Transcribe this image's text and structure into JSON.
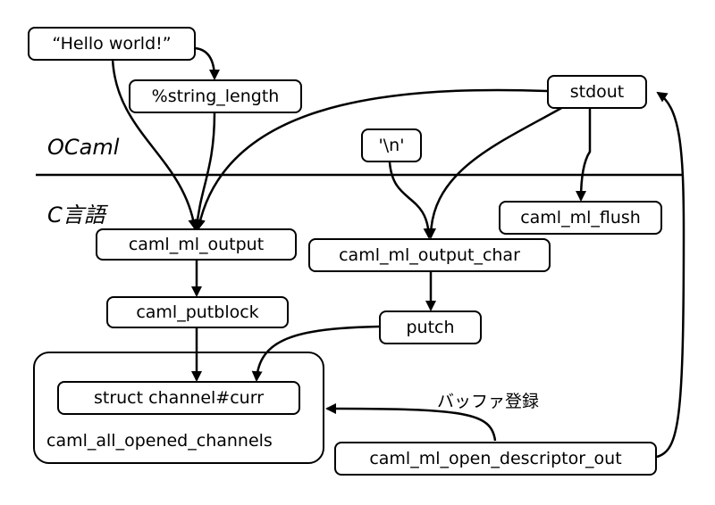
{
  "regions": {
    "ocaml": "OCaml",
    "c": "C言語"
  },
  "nodes": {
    "hello": "“Hello world!”",
    "string_length": "%string_length",
    "stdout": "stdout",
    "newline": "'\\n'",
    "flush": "caml_ml_flush",
    "output": "caml_ml_output",
    "output_char": "caml_ml_output_char",
    "putblock": "caml_putblock",
    "putch": "putch",
    "curr": "struct channel#curr",
    "open_descriptor_out": "caml_ml_open_descriptor_out"
  },
  "container_label": "caml_all_opened_channels",
  "edge_label": "バッファ登録"
}
